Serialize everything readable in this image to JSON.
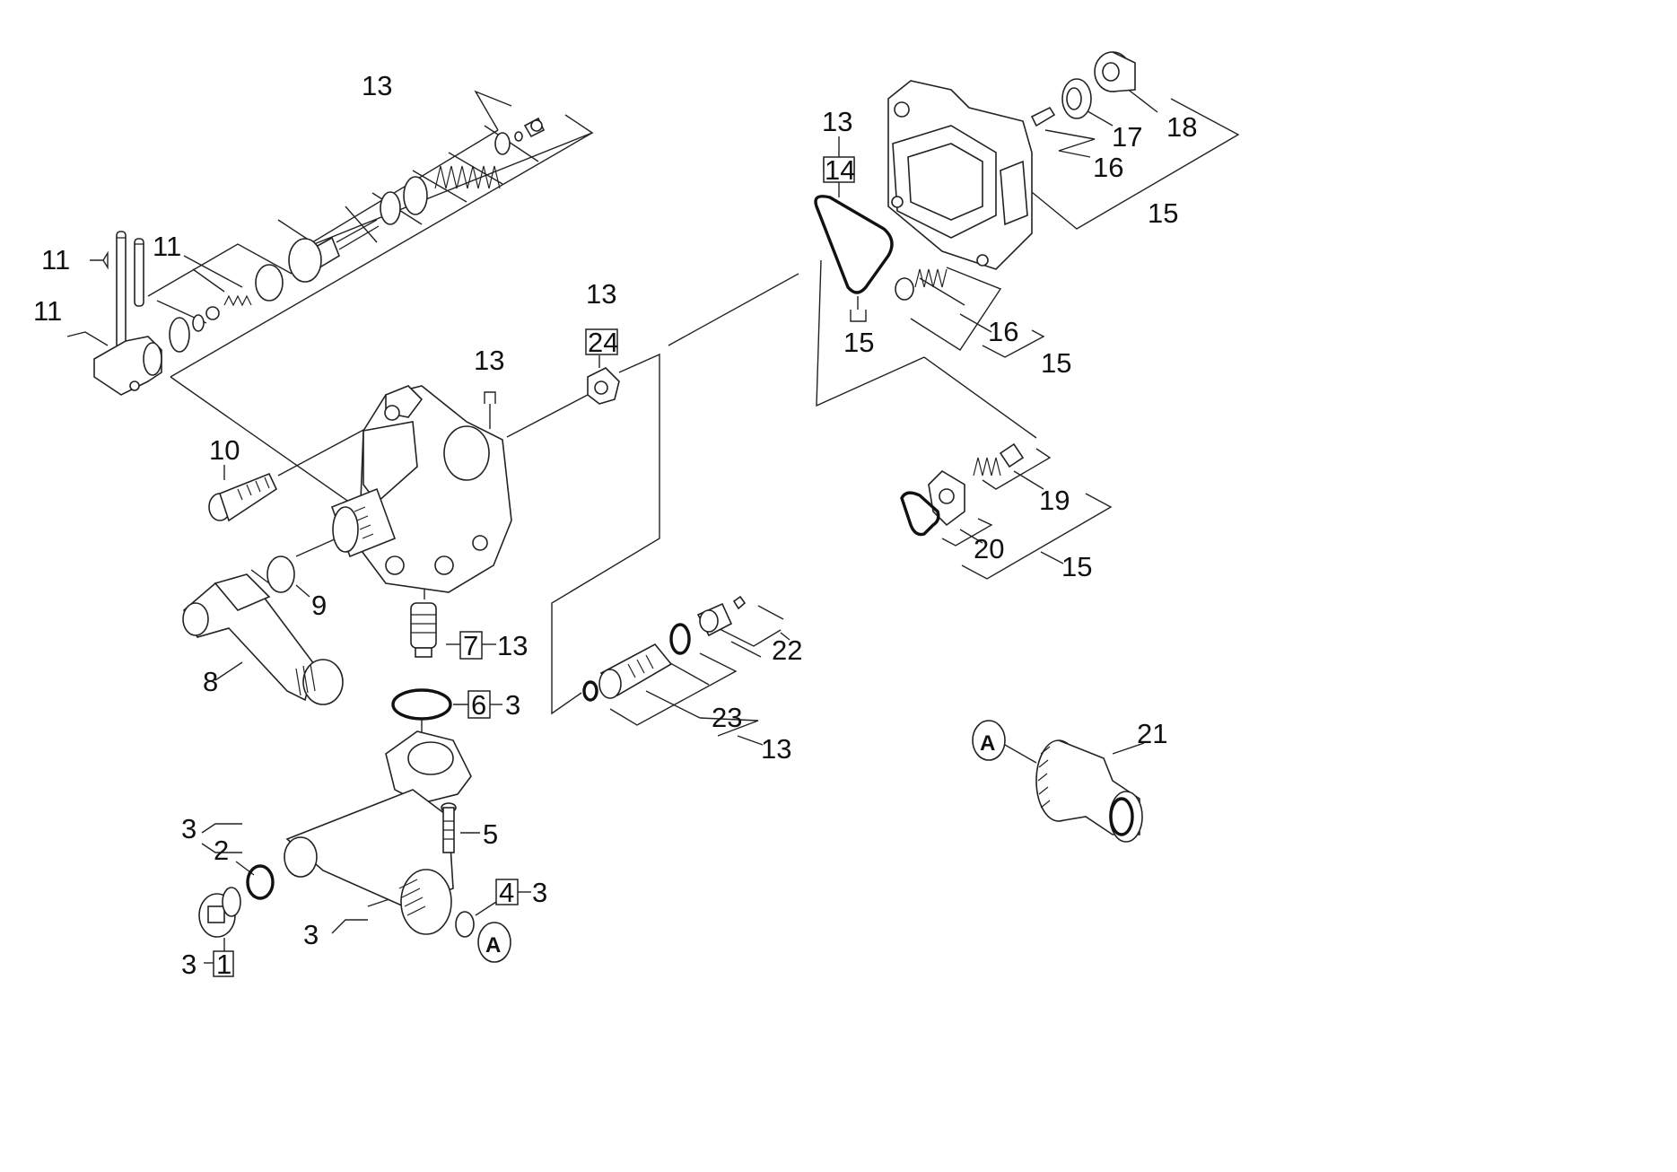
{
  "callouts": {
    "c13a": "13",
    "c11a": "11",
    "c11b": "11",
    "c11c": "11",
    "c13b": "13",
    "c24": "24",
    "c13c": "13",
    "c10": "10",
    "c9": "9",
    "c8": "8",
    "c7": "7",
    "c13d": "13",
    "c6": "6",
    "c3a": "3",
    "c5": "5",
    "c3b": "3",
    "c2": "2",
    "c4": "4",
    "c3c": "3",
    "c3d": "3",
    "c3e": "3",
    "c1": "1",
    "c22": "22",
    "c23": "23",
    "c13e": "13",
    "c13f": "13",
    "c14": "14",
    "c15a": "15",
    "c17": "17",
    "c18": "18",
    "c16a": "16",
    "c15b": "15",
    "c16b": "16",
    "c15c": "15",
    "c19": "19",
    "c20": "20",
    "c15d": "15",
    "c21": "21",
    "markerA1": "A",
    "markerA2": "A"
  },
  "colors": {
    "line": "#222222",
    "background": "#ffffff"
  }
}
